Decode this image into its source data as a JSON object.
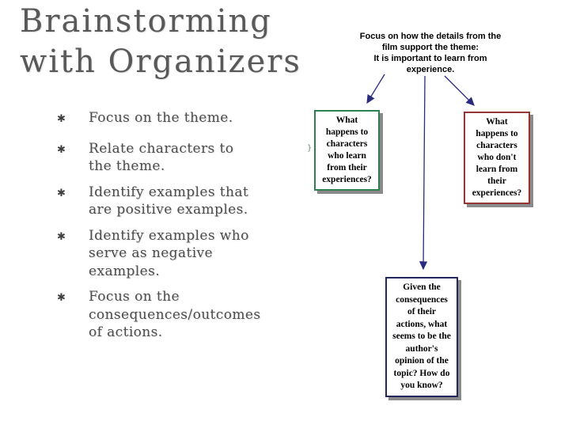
{
  "slide": {
    "title": {
      "line1": "Brainstorming",
      "line2": "with Organizers"
    },
    "bullet_glyph": "✱",
    "bullets": [
      {
        "text": "Focus on the theme."
      },
      {
        "text": "Relate characters to\nthe theme."
      },
      {
        "text": "Identify examples that\nare positive examples."
      },
      {
        "text": "Identify examples who\nserve as negative\nexamples."
      },
      {
        "text": "Focus on the\nconsequences/outcomes\nof actions."
      }
    ],
    "diagram": {
      "top_note": "Focus on how the details from the\nfilm support the theme:\nIt is important to learn from\nexperience.",
      "box_learn": {
        "text": "What\nhappens to\ncharacters\nwho learn\nfrom their\nexperiences?",
        "border_color": "#2e8050"
      },
      "box_dont_learn": {
        "text": "What\nhappens to\ncharacters\nwho don't\nlearn from\ntheir\nexperiences?",
        "border_color": "#943634"
      },
      "box_consequences": {
        "text": "Given the\nconsequences\nof their\nactions, what\nseems to be the\nauthor's\nopinion of the\ntopic? How do\nyou know?",
        "border_color": "#26265e"
      },
      "arrow_color": "#2b2b7e",
      "stray_mark": "}"
    },
    "colors": {
      "background": "#ffffff",
      "title_text": "#595959",
      "bullet_text": "#4c4c4c",
      "note_text": "#000000",
      "box_shadow": "#8a8a8a"
    }
  }
}
